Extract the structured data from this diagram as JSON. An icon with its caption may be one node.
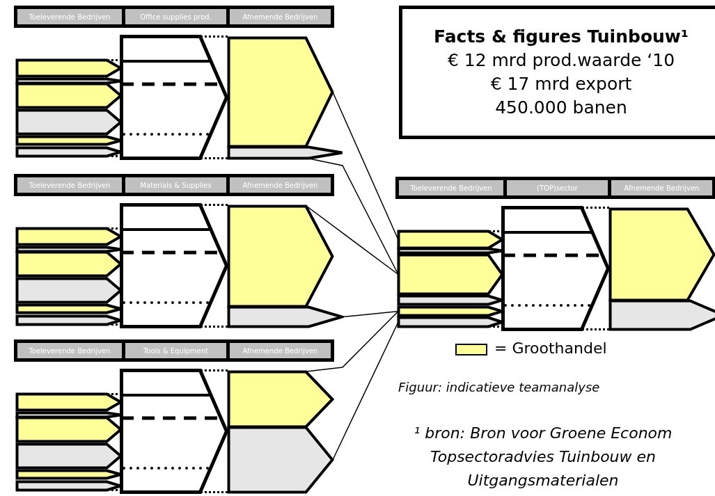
{
  "diagram": {
    "nodes": [
      {
        "text": [
          "Toeleverende Bedrijven"
        ]
      },
      {
        "text": [
          "Office supplies prod."
        ]
      },
      {
        "text": [
          "Afnemende Bedrijven"
        ]
      },
      {
        "text": [],
        "shape": "chevron"
      },
      {
        "text": [],
        "shape": "chevron"
      },
      {
        "text": [],
        "shape": "chevron"
      },
      {
        "text": [],
        "shape": "chevron"
      },
      {
        "text": [],
        "shape": "chevron"
      },
      {
        "text": [],
        "shape": "chevron"
      },
      {
        "text": [],
        "shape": "chevron"
      },
      {
        "text": [],
        "shape": "chevron"
      },
      {
        "text": [],
        "shape": "chevron"
      },
      {
        "text": [
          "Facts & figures Tuinbouw¹",
          "€ 12 mrd prod.waarde ‘10",
          "€ 17 mrd export",
          "450.000 banen"
        ]
      },
      {
        "text": [
          "Toeleverende Bedrijven"
        ]
      },
      {
        "text": [
          "Materials & Supplies"
        ]
      },
      {
        "text": [
          "Afnemende Bedrijven"
        ]
      },
      {
        "text": [],
        "shape": "chevron"
      },
      {
        "text": [],
        "shape": "chevron"
      },
      {
        "text": [],
        "shape": "chevron"
      },
      {
        "text": [],
        "shape": "chevron"
      },
      {
        "text": [],
        "shape": "chevron"
      },
      {
        "text": [],
        "shape": "chevron"
      },
      {
        "text": [],
        "shape": "chevron"
      },
      {
        "text": [],
        "shape": "chevron"
      },
      {
        "text": [],
        "shape": "chevron"
      },
      {
        "text": [
          "Toeleverende Bedrijven"
        ]
      },
      {
        "text": [
          "(TOP)sector"
        ]
      },
      {
        "text": [
          "Afnemende Bedrijven"
        ]
      },
      {
        "text": [],
        "shape": "chevron"
      },
      {
        "text": [],
        "shape": "chevron"
      },
      {
        "text": [],
        "shape": "chevron"
      },
      {
        "text": [],
        "shape": "chevron"
      },
      {
        "text": [],
        "shape": "chevron"
      },
      {
        "text": [],
        "shape": "chevron"
      },
      {
        "text": [],
        "shape": "chevron"
      },
      {
        "text": [],
        "shape": "chevron"
      },
      {
        "text": [],
        "shape": "chevron"
      },
      {
        "text": [
          "Toeleverende Bedrijven"
        ]
      },
      {
        "text": [
          "Tools & Equipment"
        ]
      },
      {
        "text": [
          "Afnemende Bedrijven"
        ]
      },
      {
        "text": [],
        "shape": "chevron"
      },
      {
        "text": [],
        "shape": "chevron"
      },
      {
        "text": [],
        "shape": "chevron"
      },
      {
        "text": [],
        "shape": "chevron"
      },
      {
        "text": [],
        "shape": "chevron"
      },
      {
        "text": [],
        "shape": "chevron"
      },
      {
        "text": [],
        "shape": "chevron"
      },
      {
        "text": [],
        "shape": "chevron"
      },
      {
        "text": [],
        "shape": "chevron"
      }
    ],
    "edges": [
      {
        "from": 10,
        "to": 28,
        "arrow": "none"
      },
      {
        "from": 11,
        "to": 30,
        "arrow": "none"
      },
      {
        "from": 23,
        "to": 30,
        "arrow": "none"
      },
      {
        "from": 24,
        "to": 32,
        "arrow": "none"
      },
      {
        "from": 47,
        "to": 32,
        "arrow": "none"
      },
      {
        "from": 48,
        "to": 33,
        "arrow": "none"
      },
      {
        "from": 3,
        "to": 9,
        "arrow": "none",
        "style": "dashed"
      },
      {
        "from": 8,
        "to": 9,
        "arrow": "none",
        "style": "dashed"
      },
      {
        "from": 9,
        "to": 10,
        "arrow": "none",
        "style": "dashed"
      },
      {
        "from": 9,
        "to": 11,
        "arrow": "none",
        "style": "dashed"
      },
      {
        "from": 16,
        "to": 22,
        "arrow": "none",
        "style": "dashed"
      },
      {
        "from": 21,
        "to": 22,
        "arrow": "none",
        "style": "dashed"
      },
      {
        "from": 22,
        "to": 23,
        "arrow": "none",
        "style": "dashed"
      },
      {
        "from": 22,
        "to": 24,
        "arrow": "none",
        "style": "dashed"
      },
      {
        "from": 28,
        "to": 34,
        "arrow": "none",
        "style": "dashed"
      },
      {
        "from": 33,
        "to": 34,
        "arrow": "none",
        "style": "dashed"
      },
      {
        "from": 34,
        "to": 35,
        "arrow": "none",
        "style": "dashed"
      },
      {
        "from": 34,
        "to": 36,
        "arrow": "none",
        "style": "dashed"
      },
      {
        "from": 40,
        "to": 46,
        "arrow": "none",
        "style": "dashed"
      },
      {
        "from": 45,
        "to": 46,
        "arrow": "none",
        "style": "dashed"
      },
      {
        "from": 46,
        "to": 47,
        "arrow": "none",
        "style": "dashed"
      },
      {
        "from": 46,
        "to": 48,
        "arrow": "none",
        "style": "dashed"
      }
    ],
    "labels": [
      "Figuur: indicatieve teamanalyse",
      "¹ bron: Bron voor Groene Econom Topsectoradvies Tuinbouw en Uitgangsmaterialen"
    ],
    "legend": [
      {
        "text": "= Groothandel",
        "color": "#ffff99"
      }
    ]
  }
}
